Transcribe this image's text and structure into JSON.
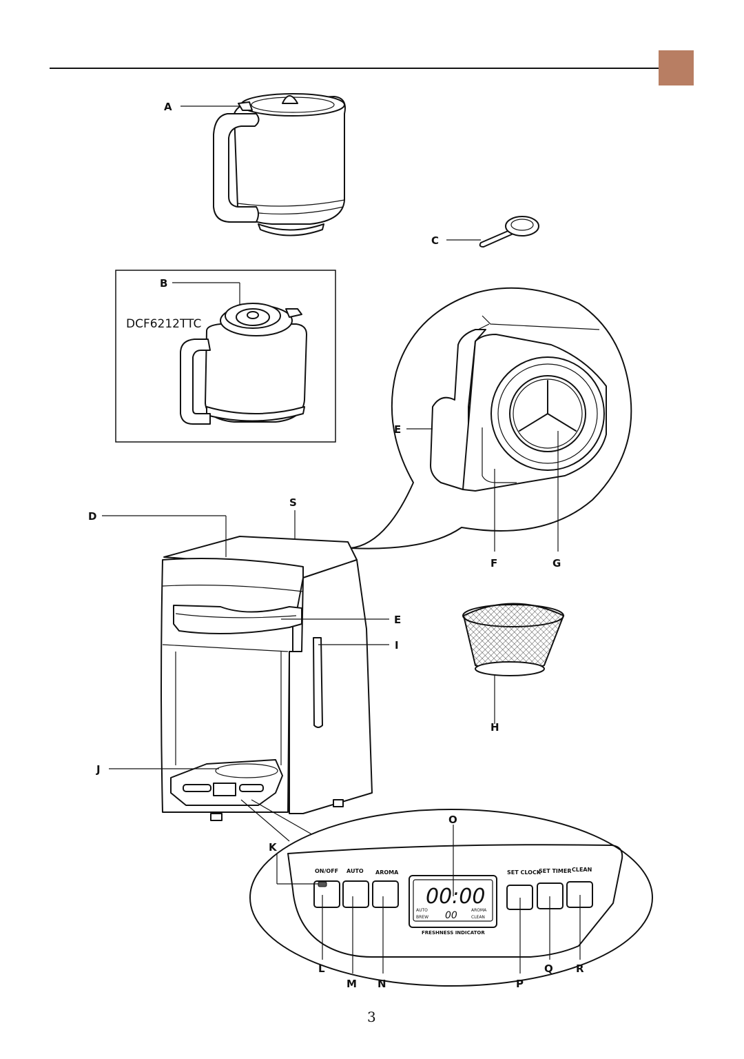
{
  "header": {
    "accent_color": "#b87e63"
  },
  "labels": {
    "A": "A",
    "B": "B",
    "C": "C",
    "D": "D",
    "E1": "E",
    "E2": "E",
    "F": "F",
    "G": "G",
    "H": "H",
    "I": "I",
    "J": "J",
    "K": "K",
    "L": "L",
    "M": "M",
    "N": "N",
    "O": "O",
    "P": "P",
    "Q": "Q",
    "R": "R",
    "S": "S"
  },
  "model_box": {
    "model_name": "DCF6212TTC"
  },
  "control_panel": {
    "buttons": {
      "on_off": "ON/OFF",
      "auto": "AUTO",
      "aroma": "AROMA",
      "set_clock": "SET CLOCK",
      "set_timer": "SET TIMER",
      "clean": "CLEAN"
    },
    "display": {
      "time": "00:00",
      "hours": "00",
      "auto": "AUTO",
      "brew": "BREW",
      "aroma": "AROMA",
      "clean": "CLEAN",
      "freshness_indicator": "FRESHNESS INDICATOR"
    }
  },
  "page_number": "3"
}
